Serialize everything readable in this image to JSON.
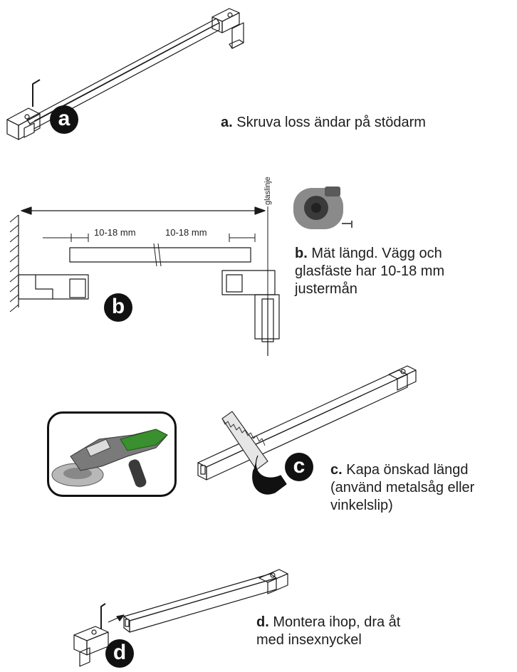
{
  "steps": [
    {
      "badge": "a",
      "bold": "a.",
      "text": "Skruva loss ändar på stödarm"
    },
    {
      "badge": "b",
      "bold": "b.",
      "lines": [
        "Mät längd. Vägg och",
        "glasfäste har 10-18 mm",
        "justermån"
      ]
    },
    {
      "badge": "c",
      "bold": "c.",
      "lines": [
        "Kapa önskad längd",
        "(använd metalsåg eller",
        "vinkelslip)"
      ]
    },
    {
      "badge": "d",
      "bold": "d.",
      "lines": [
        "Montera ihop, dra åt",
        "med insexnyckel"
      ]
    }
  ],
  "dimensions": {
    "left": "10-18 mm",
    "right": "10-18 mm",
    "glass_line": "glaslinje"
  },
  "colors": {
    "line": "#1a1a1a",
    "badge": "#111111",
    "tape_measure": "#8a8a8a",
    "grinder_green": "#3a8f2e"
  }
}
